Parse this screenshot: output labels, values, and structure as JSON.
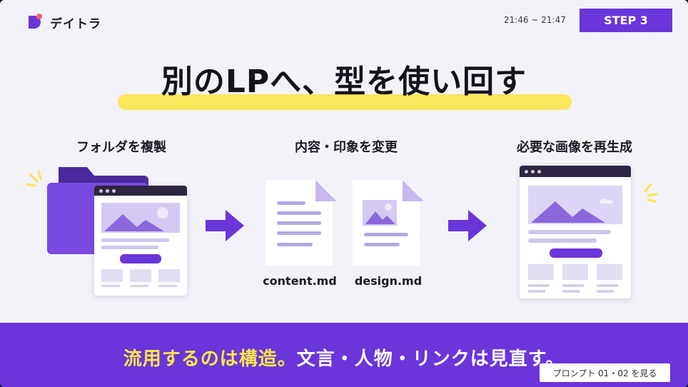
{
  "header": {
    "logo_text": "デイトラ",
    "time_range": "21:46 ~ 21:47",
    "step_badge": "STEP 3"
  },
  "title": "別のLPへ、型を使い回す",
  "steps": [
    {
      "label": "フォルダを複製"
    },
    {
      "label": "内容・印象を変更",
      "files": [
        "content.md",
        "design.md"
      ]
    },
    {
      "label": "必要な画像を再生成"
    }
  ],
  "banner": {
    "highlight": "流用するのは構造。",
    "rest": "文言・人物・リンクは見直す。"
  },
  "prompt_button": "プロンプト 01・02 を見る",
  "colors": {
    "accent_purple": "#6a35d9",
    "highlight_yellow": "#fbe64a",
    "brand_pink": "#ff5a6e"
  },
  "icons": [
    "folder-icon",
    "browser-icon",
    "document-icon",
    "arrow-right-icon",
    "sparkle-icon",
    "image-icon"
  ]
}
